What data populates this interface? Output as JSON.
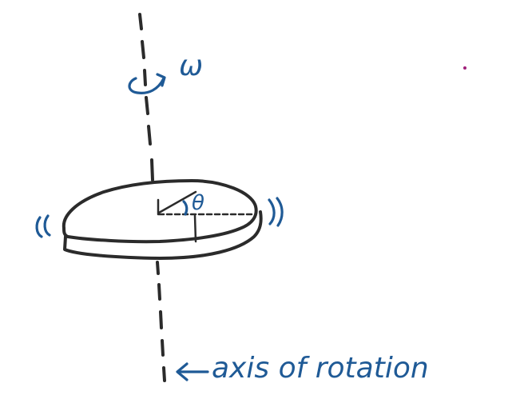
{
  "labels": {
    "omega": "ω",
    "theta": "θ",
    "axis": "axis of rotation"
  },
  "colors": {
    "ink": "#2b2b2b",
    "blue": "#1f5a96",
    "stray_dot": "#a0207a"
  }
}
